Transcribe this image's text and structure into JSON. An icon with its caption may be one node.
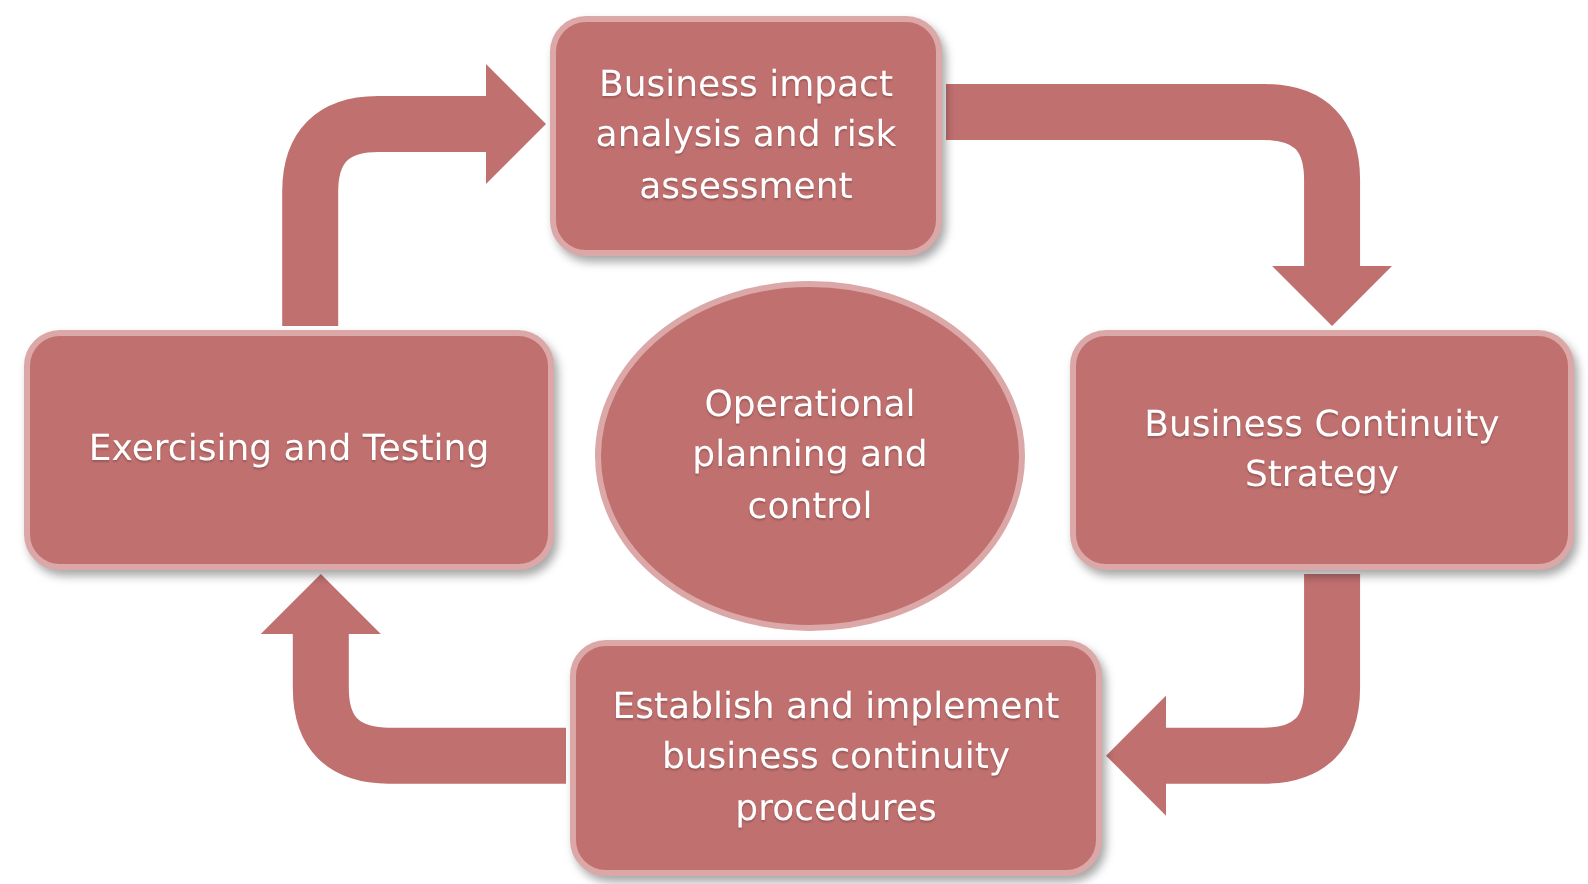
{
  "diagram": {
    "nodes": [
      {
        "text": [
          "Business impact analysis and risk assessment"
        ]
      },
      {
        "text": [
          "Business Continuity Strategy"
        ]
      },
      {
        "text": [
          "Establish and implement business continuity procedures"
        ]
      },
      {
        "text": [
          "Exercising and Testing"
        ]
      },
      {
        "text": [
          "Operational planning and control"
        ]
      }
    ],
    "edges": [
      {
        "from": 0,
        "to": 1,
        "arrow": "to"
      },
      {
        "from": 1,
        "to": 2,
        "arrow": "to"
      },
      {
        "from": 2,
        "to": 3,
        "arrow": "to"
      },
      {
        "from": 3,
        "to": 0,
        "arrow": "to"
      }
    ]
  }
}
